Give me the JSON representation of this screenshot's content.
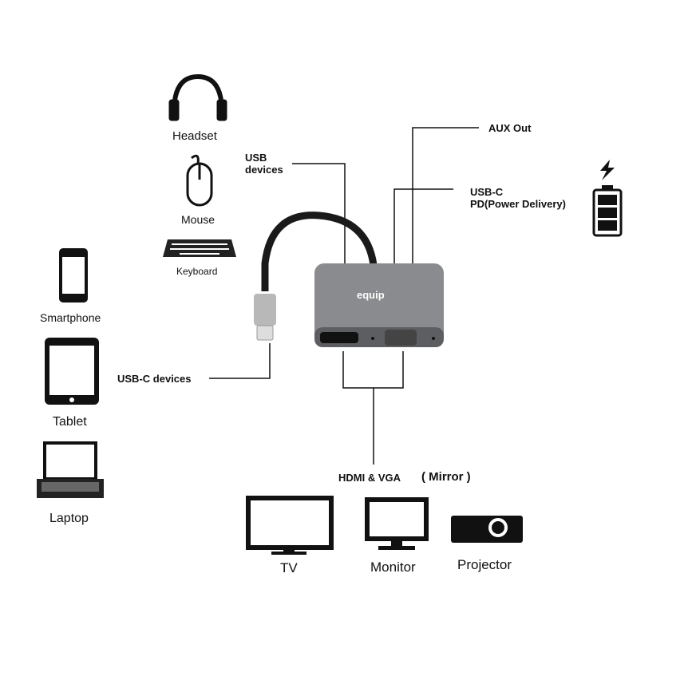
{
  "devices_left": {
    "headset": "Headset",
    "mouse": "Mouse",
    "keyboard": "Keyboard",
    "smartphone": "Smartphone",
    "tablet": "Tablet",
    "laptop": "Laptop"
  },
  "ports": {
    "usb": "USB\ndevices",
    "usb_line1": "USB",
    "usb_line2": "devices",
    "aux": "AUX  Out",
    "pd_line1": "USB-C",
    "pd_line2": "PD(Power Delivery)",
    "usbc": "USB-C devices",
    "video": "HDMI &  VGA",
    "mirror": "( Mirror )"
  },
  "brand": "equip",
  "displays": {
    "tv": "TV",
    "monitor": "Monitor",
    "projector": "Projector"
  },
  "colors": {
    "adapter": "#8a8b8e",
    "cable": "#1a1a1a",
    "connector": "#b8b8b8"
  }
}
